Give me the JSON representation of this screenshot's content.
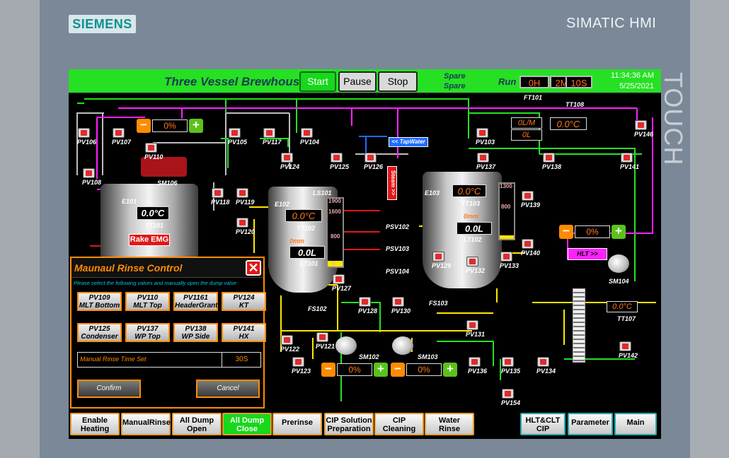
{
  "frame": {
    "logo": "SIEMENS",
    "brand": "SIMATIC HMI",
    "touch": "TOUCH"
  },
  "header": {
    "title": "Three Vessel Brewhouse",
    "start": "Start",
    "pause": "Pause",
    "stop": "Stop",
    "spare1": "Spare",
    "spare2": "Spare",
    "run_label": "Run",
    "run_h": "0H",
    "run_m": "2M",
    "run_s": "10S",
    "time": "11:34:36 AM",
    "date": "5/25/2021"
  },
  "valves": [
    "PV106",
    "PV107",
    "PV110",
    "PV108",
    "PV105",
    "PV117",
    "PV104",
    "PV124",
    "PV125",
    "PV126",
    "PV103",
    "PV137",
    "PV138",
    "PV141",
    "PV146",
    "PV118",
    "PV119",
    "PV120",
    "PV127",
    "PV128",
    "PV130",
    "PV129",
    "PV133",
    "PV132",
    "PV139",
    "PV140",
    "PV131",
    "PV121",
    "PV122",
    "PV123",
    "PV136",
    "PV135",
    "PV134",
    "PV142",
    "PV154"
  ],
  "instruments": {
    "ft101": "FT101",
    "tt108": "TT108",
    "flow": "0L/M",
    "flow_total": "0L",
    "tt108_val": "0.0°C",
    "sm106": "SM106",
    "e101": "E101",
    "tt101_val": "0.0°C",
    "tt101": "TT101",
    "e102": "E102",
    "ls101": "LS101",
    "tt102_val": "0.0°C",
    "tt102": "TT102",
    "lt101_val": "0.0L",
    "lt101": "LT101",
    "mm1": "0mm",
    "e103": "E103",
    "tt103_val": "0.0°C",
    "tt103": "TT103",
    "lt102_val": "0.0L",
    "lt102": "LT102",
    "mm2": "0mm",
    "g1_top": "1900",
    "g1_mid": "1600",
    "g1_low": "800",
    "g2_top": "1300",
    "g2_low": "800",
    "zero": "0",
    "psv102": "PSV102",
    "psv103": "PSV103",
    "psv104": "PSV104",
    "fs102": "FS102",
    "fs103": "FS103",
    "sm102": "SM102",
    "sm103": "SM103",
    "sm104": "SM104",
    "tt107": "TT107",
    "tt107_val": "0.0°C"
  },
  "controls": {
    "pct1": "0%",
    "pct2": "0%",
    "pct3": "0%",
    "pct4": "0%",
    "emg": "Rake EMG",
    "tapwater": "<< TapWater",
    "steam": "Steam >>",
    "hlt": "HLT >>"
  },
  "dialog": {
    "title": "Maunaul Rinse Control",
    "instruction": "Please select the following valves and manually open the dump valve",
    "buttons": [
      {
        "line1": "PV109",
        "line2": "MLT Bottom"
      },
      {
        "line1": "PV110",
        "line2": "MLT Top"
      },
      {
        "line1": "PV1161",
        "line2": "HeaderGrant"
      },
      {
        "line1": "PV124",
        "line2": "KT"
      },
      {
        "line1": "PV125",
        "line2": "Condenser"
      },
      {
        "line1": "PV137",
        "line2": "WP Top"
      },
      {
        "line1": "PV138",
        "line2": "WP Side"
      },
      {
        "line1": "PV141",
        "line2": "HX"
      }
    ],
    "time_label": "Manual Rinse Time Set",
    "time_value": "30S",
    "confirm": "Confirm",
    "cancel": "Cancel"
  },
  "footer": [
    {
      "line1": "Enable",
      "line2": "Heating"
    },
    {
      "line1": "ManualRinse",
      "line2": ""
    },
    {
      "line1": "All Dump",
      "line2": "Open"
    },
    {
      "line1": "All Dump",
      "line2": "Close"
    },
    {
      "line1": "Prerinse",
      "line2": ""
    },
    {
      "line1": "CIP Solution",
      "line2": "Preparation"
    },
    {
      "line1": "CIP",
      "line2": "Cleaning"
    },
    {
      "line1": "Water",
      "line2": "Rinse"
    },
    {
      "line1": "HLT&CLT",
      "line2": "CIP"
    },
    {
      "line1": "Parameter",
      "line2": ""
    },
    {
      "line1": "Main",
      "line2": ""
    }
  ]
}
